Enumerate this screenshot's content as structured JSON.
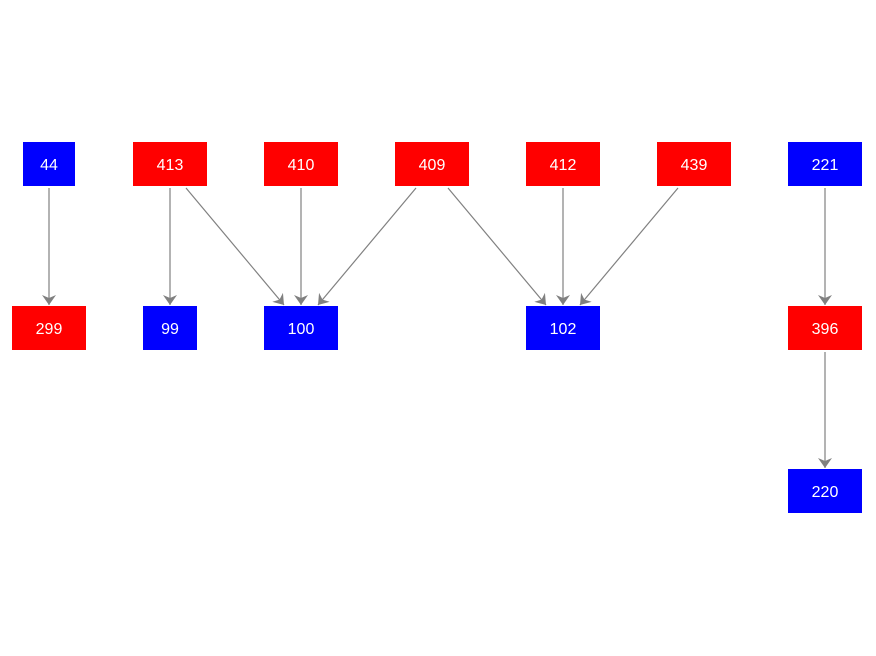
{
  "colors": {
    "red": "#ff0000",
    "blue": "#0000ff",
    "edge": "#808080",
    "text": "#ffffff",
    "background": "#ffffff"
  },
  "nodes": [
    {
      "id": "44",
      "label": "44",
      "color": "blue"
    },
    {
      "id": "413",
      "label": "413",
      "color": "red"
    },
    {
      "id": "410",
      "label": "410",
      "color": "red"
    },
    {
      "id": "409",
      "label": "409",
      "color": "red"
    },
    {
      "id": "412",
      "label": "412",
      "color": "red"
    },
    {
      "id": "439",
      "label": "439",
      "color": "red"
    },
    {
      "id": "221",
      "label": "221",
      "color": "blue"
    },
    {
      "id": "299",
      "label": "299",
      "color": "red"
    },
    {
      "id": "99",
      "label": "99",
      "color": "blue"
    },
    {
      "id": "100",
      "label": "100",
      "color": "blue"
    },
    {
      "id": "102",
      "label": "102",
      "color": "blue"
    },
    {
      "id": "396",
      "label": "396",
      "color": "red"
    },
    {
      "id": "220",
      "label": "220",
      "color": "blue"
    }
  ],
  "edges": [
    {
      "from": "44",
      "to": "299"
    },
    {
      "from": "413",
      "to": "99"
    },
    {
      "from": "413",
      "to": "100"
    },
    {
      "from": "410",
      "to": "100"
    },
    {
      "from": "409",
      "to": "100"
    },
    {
      "from": "409",
      "to": "102"
    },
    {
      "from": "412",
      "to": "102"
    },
    {
      "from": "439",
      "to": "102"
    },
    {
      "from": "221",
      "to": "396"
    },
    {
      "from": "396",
      "to": "220"
    }
  ]
}
